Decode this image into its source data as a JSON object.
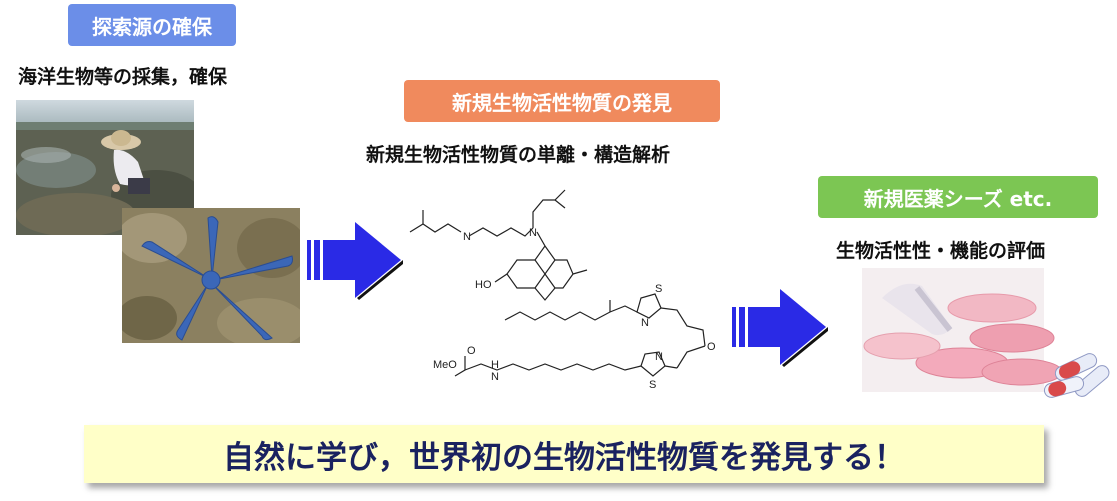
{
  "stage1": {
    "badge": "探索源の確保",
    "subtitle": "海洋生物等の採集，確保"
  },
  "stage2": {
    "badge": "新規生物活性物質の発見",
    "subtitle": "新規生物活性物質の単離・構造解析",
    "chem_labels": {
      "ho": "HO",
      "n": "N",
      "s": "S",
      "o": "O",
      "meo": "MeO",
      "nh": "H",
      "nh_n": "N"
    }
  },
  "stage3": {
    "badge": "新規医薬シーズ etc.",
    "subtitle": "生物活性性・機能の評価"
  },
  "banner": "自然に学び，世界初の生物活性物質を発見する！",
  "colors": {
    "badge1": "#6b8ee8",
    "badge2": "#f08a5d",
    "badge3": "#7cc653",
    "arrow": "#2a2ae6",
    "banner_bg": "#ffffc8"
  }
}
